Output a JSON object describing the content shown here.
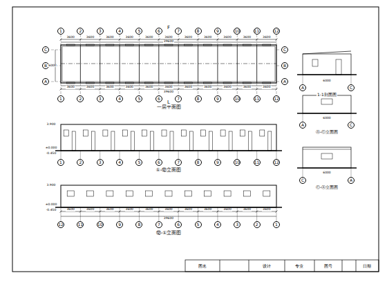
{
  "diagram": {
    "nodes": [
      {
        "text": [
          "1"
        ]
      },
      {
        "text": [
          "2"
        ]
      },
      {
        "text": [
          "3"
        ]
      },
      {
        "text": [
          "4"
        ]
      },
      {
        "text": [
          "5"
        ]
      },
      {
        "text": [
          "6"
        ]
      },
      {
        "text": [
          "7"
        ]
      },
      {
        "text": [
          "8"
        ]
      },
      {
        "text": [
          "9"
        ]
      },
      {
        "text": [
          "10"
        ]
      },
      {
        "text": [
          "11"
        ]
      },
      {
        "text": [
          "12"
        ]
      },
      {
        "text": [
          "C"
        ]
      },
      {
        "text": [
          "B"
        ]
      },
      {
        "text": [
          "A"
        ]
      },
      {
        "text": [
          "C"
        ]
      },
      {
        "text": [
          "B"
        ]
      },
      {
        "text": [
          "A"
        ]
      },
      {
        "text": [
          "1"
        ]
      },
      {
        "text": [
          "2"
        ]
      },
      {
        "text": [
          "3"
        ]
      },
      {
        "text": [
          "4"
        ]
      },
      {
        "text": [
          "5"
        ]
      },
      {
        "text": [
          "6"
        ]
      },
      {
        "text": [
          "7"
        ]
      },
      {
        "text": [
          "8"
        ]
      },
      {
        "text": [
          "9"
        ]
      },
      {
        "text": [
          "10"
        ]
      },
      {
        "text": [
          "11"
        ]
      },
      {
        "text": [
          "12"
        ]
      },
      {
        "text": [
          "1"
        ]
      },
      {
        "text": [
          "2"
        ]
      },
      {
        "text": [
          "3"
        ]
      },
      {
        "text": [
          "4"
        ]
      },
      {
        "text": [
          "5"
        ]
      },
      {
        "text": [
          "6"
        ]
      },
      {
        "text": [
          "7"
        ]
      },
      {
        "text": [
          "8"
        ]
      },
      {
        "text": [
          "9"
        ]
      },
      {
        "text": [
          "10"
        ]
      },
      {
        "text": [
          "11"
        ]
      },
      {
        "text": [
          "12"
        ]
      },
      {
        "text": [
          "12"
        ]
      },
      {
        "text": [
          "11"
        ]
      },
      {
        "text": [
          "10"
        ]
      },
      {
        "text": [
          "9"
        ]
      },
      {
        "text": [
          "8"
        ]
      },
      {
        "text": [
          "7"
        ]
      },
      {
        "text": [
          "6"
        ]
      },
      {
        "text": [
          "5"
        ]
      },
      {
        "text": [
          "4"
        ]
      },
      {
        "text": [
          "3"
        ]
      },
      {
        "text": [
          "2"
        ]
      },
      {
        "text": [
          "1"
        ]
      },
      {
        "text": [
          "A"
        ]
      },
      {
        "text": [
          "C"
        ]
      },
      {
        "text": [
          "A"
        ]
      },
      {
        "text": [
          "C"
        ]
      },
      {
        "text": [
          "C"
        ]
      },
      {
        "text": [
          "A"
        ]
      }
    ],
    "labels": [
      "3600",
      "3600",
      "3600",
      "3600",
      "3600",
      "3600",
      "3600",
      "3600",
      "3600",
      "3600",
      "3600",
      "39600",
      "3600",
      "3600",
      "3600",
      "3600",
      "3600",
      "3600",
      "3600",
      "3600",
      "3600",
      "3600",
      "3600",
      "39600",
      "6000",
      "一层平面图",
      "3600",
      "3600",
      "3600",
      "3600",
      "3600",
      "3600",
      "3600",
      "3600",
      "3600",
      "3600",
      "3600",
      "39600",
      "①-⑫立面图",
      "⑫-①立面图",
      "3.900",
      "±0.000",
      "-0.450",
      "3.900",
      "±0.000",
      "-0.450",
      "1-1剖面图",
      "Ⓐ-Ⓒ立面图",
      "Ⓒ-Ⓐ立面图",
      "6000",
      "6000",
      "6000",
      "图名",
      "设计",
      "专业",
      "图号",
      "日期",
      "F",
      "L"
    ]
  }
}
